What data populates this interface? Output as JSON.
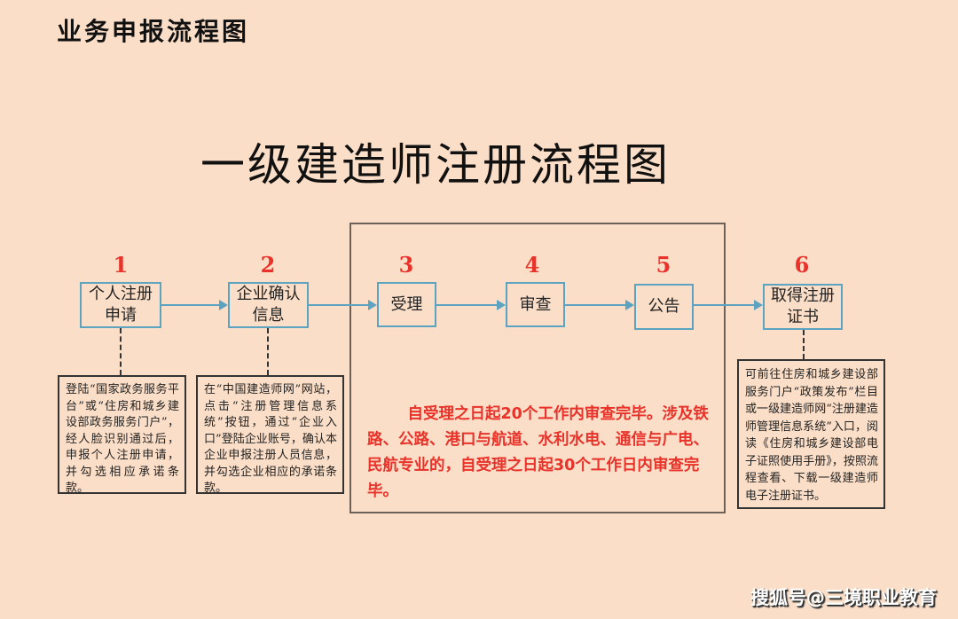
{
  "page": {
    "header": "业务申报流程图",
    "title": "一级建造师注册流程图",
    "watermark": "搜狐号@三境职业教育"
  },
  "colors": {
    "background": "#FBDEC7",
    "step_number": "#E8322A",
    "step_border": "#5BA3C0",
    "group_border": "#6D625A",
    "note_text": "#E8322A"
  },
  "steps": [
    {
      "number": "1",
      "label": "个人注册申请",
      "line1": "个人注册",
      "line2": "申请"
    },
    {
      "number": "2",
      "label": "企业确认信息",
      "line1": "企业确认",
      "line2": "信息"
    },
    {
      "number": "3",
      "label": "受理",
      "line1": "受理",
      "line2": ""
    },
    {
      "number": "4",
      "label": "审查",
      "line1": "审查",
      "line2": ""
    },
    {
      "number": "5",
      "label": "公告",
      "line1": "公告",
      "line2": ""
    },
    {
      "number": "6",
      "label": "取得注册证书",
      "line1": "取得注册",
      "line2": "证书"
    }
  ],
  "descriptions": {
    "step1": "登陆“国家政务服务平台”或“住房和城乡建设部政务服务门户”，经人脸识别通过后，申报个人注册申请，并勾选相应承诺条款。",
    "step2": "在“中国建造师网”网站，点击“注册管理信息系统”按钮，通过“企业入口”登陆企业账号，确认本企业申报注册人员信息，并勾选企业相应的承诺条款。",
    "review_note": "自受理之日起20个工作内审查完毕。涉及铁路、公路、港口与航道、水利水电、通信与广电、民航专业的，自受理之日起30个工作日内审查完毕。",
    "step6": "可前往住房和城乡建设部服务门户“政策发布”栏目或一级建造师网“注册建造师管理信息系统”入口，阅读《住房和城乡建设部电子证照使用手册》，按照流程查看、下载一级建造师电子注册证书。"
  }
}
